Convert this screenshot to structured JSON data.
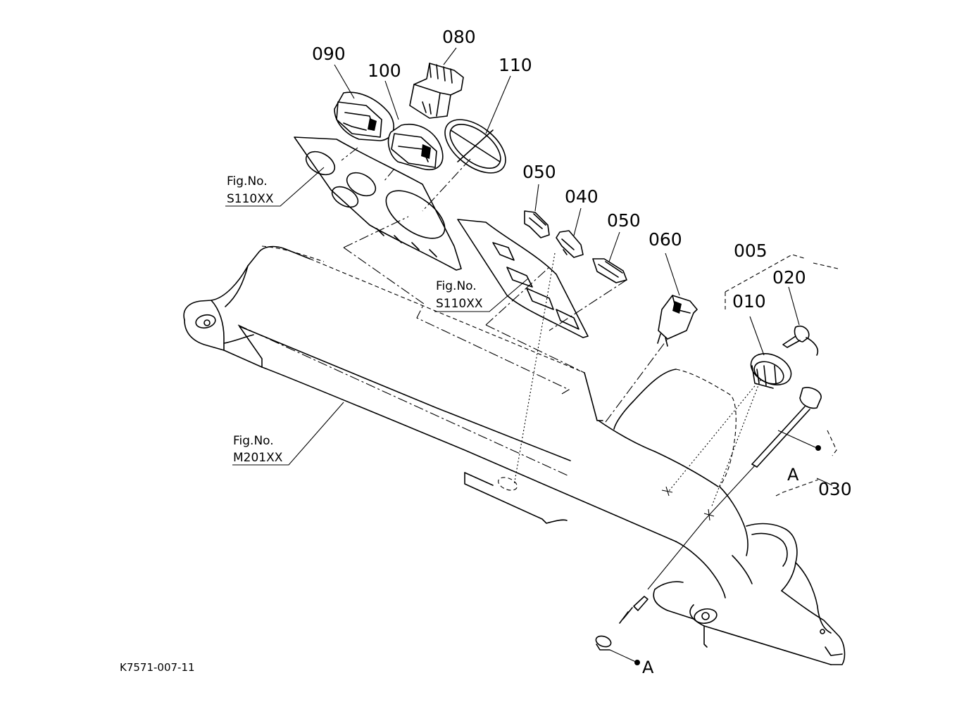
{
  "drawing_code": "K7571-007-11",
  "parts": {
    "p005": "005",
    "p010": "010",
    "p020": "020",
    "p030": "030",
    "p040": "040",
    "p050a": "050",
    "p050b": "050",
    "p060": "060",
    "p080": "080",
    "p090": "090",
    "p100": "100",
    "p110": "110"
  },
  "figure_refs": [
    {
      "prefix": "Fig.No.",
      "code": "S110XX"
    },
    {
      "prefix": "Fig.No.",
      "code": "S110XX"
    },
    {
      "prefix": "Fig.No.",
      "code": "M201XX"
    }
  ],
  "callouts": {
    "a_top": "A",
    "a_bottom": "A"
  }
}
